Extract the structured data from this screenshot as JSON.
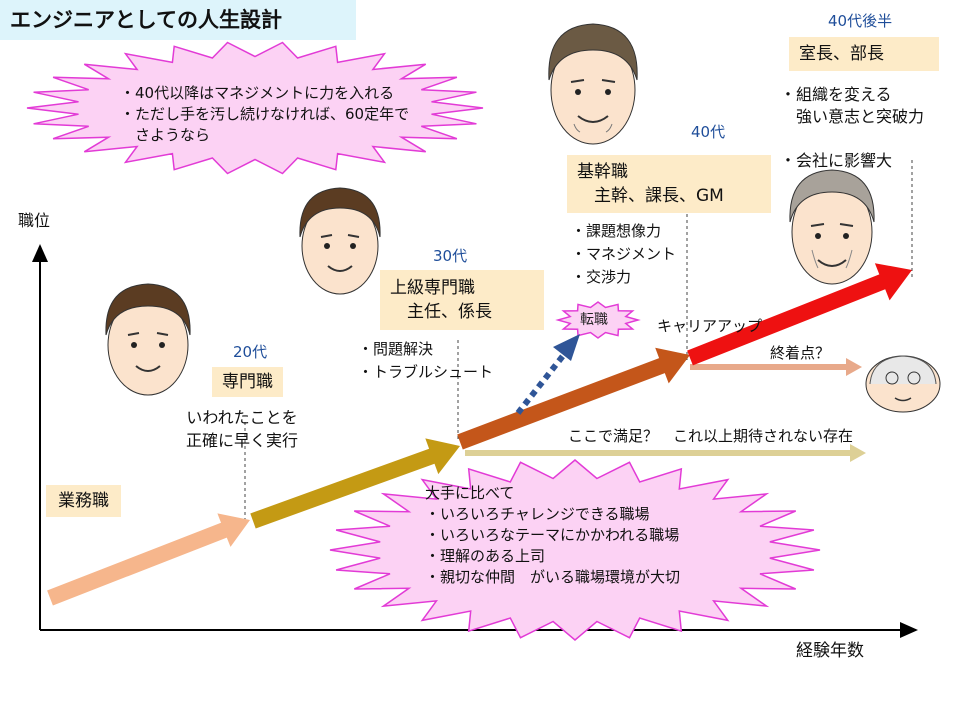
{
  "title": "エンジニアとしての人生設計",
  "axes": {
    "y_label": "職位",
    "x_label": "経験年数"
  },
  "stages": [
    {
      "age": "",
      "role": "業務職",
      "desc": ""
    },
    {
      "age": "20代",
      "role": "専門職",
      "desc": "いわれたことを\n正確に早く実行"
    },
    {
      "age": "30代",
      "role": "上級専門職\n　主任、係長",
      "desc": "・問題解決\n・トラブルシュート"
    },
    {
      "age": "40代",
      "role": "基幹職\n　主幹、課長、GM",
      "desc": "・課題想像力\n・マネジメント\n・交渉力"
    },
    {
      "age": "40代後半",
      "role": "室長、部長",
      "desc": "・組織を変える\n　強い意志と突破力\n\n・会社に影響大"
    }
  ],
  "callouts": {
    "top": "・40代以降はマネジメントに力を入れる\n・ただし手を汚し続けなければ、60定年で\n　さようなら",
    "bottom": "大手に比べて\n・いろいろチャレンジできる職場\n・いろいろなテーマにかかわれる職場\n・理解のある上司\n・親切な仲間　がいる職場環境が大切",
    "transfer": "転職"
  },
  "labels": {
    "career_up": "キャリアアップ",
    "end_point": "終着点？",
    "satisfied": "ここで満足？　これ以上期待されない存在"
  },
  "colors": {
    "title_bg": "#ddf4fb",
    "role_box": "#fdebc8",
    "callout_fill": "#fcd2f4",
    "callout_stroke": "#e23bd6",
    "arrow_gyomu": "#f6b68c",
    "arrow_20s": "#c49a14",
    "arrow_30s": "#c4561a",
    "arrow_40s": "#ee1111",
    "plateau": "#ddd096",
    "end_arrow": "#e8a98a",
    "transfer_arrow": "#2f5597",
    "age_text": "#1f4e9a"
  },
  "icons": [
    "face-young-icon",
    "face-20s-icon",
    "face-40s-icon",
    "face-senior-icon",
    "face-elder-icon"
  ]
}
